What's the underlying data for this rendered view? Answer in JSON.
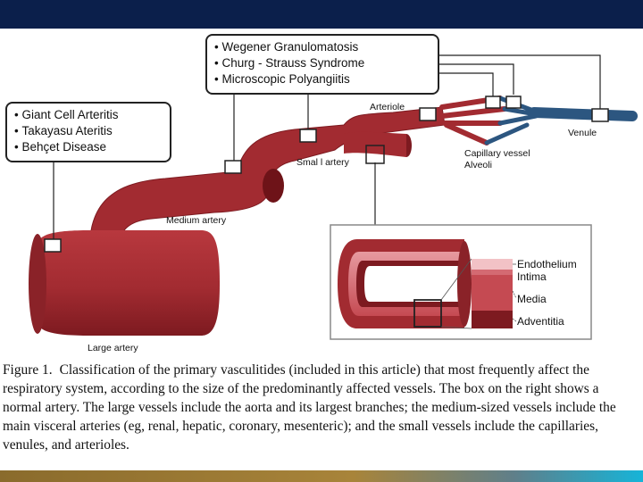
{
  "figure": {
    "disease_groups": [
      {
        "items": [
          "Giant Cell Arteritis",
          "Takayasu Ateritis",
          "Behçet Disease"
        ]
      },
      {
        "items": [
          "Wegener Granulomatosis",
          "Churg - Strauss Syndrome",
          "Microscopic Polyangiitis"
        ]
      }
    ],
    "vessel_labels": {
      "large": "Large artery",
      "medium": "Medium artery",
      "small": "Smal l artery",
      "arteriole": "Arteriole",
      "venule": "Venule",
      "capillary_line1": "Capillary vessel",
      "capillary_line2": "Alveoli"
    },
    "wall_layers": [
      "Endothelium",
      "Intima",
      "Media",
      "Adventitia"
    ],
    "colors": {
      "artery": "#a22b31",
      "artery_dark": "#6e1318",
      "artery_light": "#c4484d",
      "vein": "#2c5680",
      "topbar": "#0b1f4b"
    }
  },
  "caption": {
    "figure_label": "Figure 1.",
    "text": "Classification of the primary vasculitides (included in this article) that most frequently affect the respiratory system, according to the size of the predominantly affected vessels. The box on the right shows a normal artery. The large vessels include the aorta and its largest branches; the medium-sized vessels include the main visceral arteries (eg, renal, hepatic, coronary, mesenteric); and the small vessels include the capillaries, venules, and arterioles."
  }
}
